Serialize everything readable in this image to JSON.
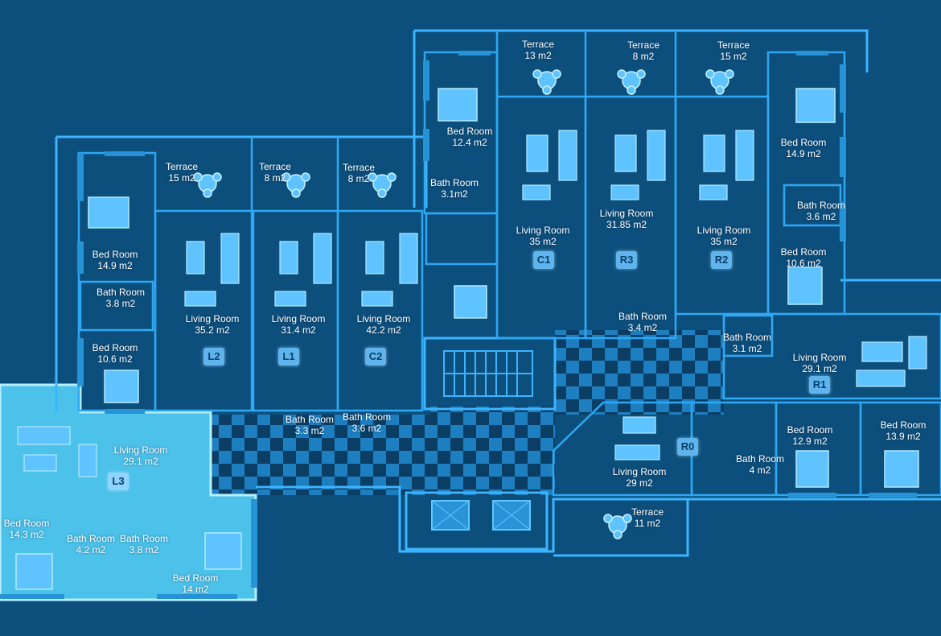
{
  "colors": {
    "background": "#0d4f7c",
    "wall": "#3db4ff",
    "selected_unit": "#4cc2ea",
    "badge": "#5fb4ee"
  },
  "units": [
    {
      "id": "L3",
      "selected": true
    },
    {
      "id": "L2"
    },
    {
      "id": "L1"
    },
    {
      "id": "C2"
    },
    {
      "id": "C1"
    },
    {
      "id": "R3"
    },
    {
      "id": "R2"
    },
    {
      "id": "R1"
    },
    {
      "id": "R0"
    }
  ],
  "rooms": [
    {
      "name": "Terrace",
      "area": "15 m2"
    },
    {
      "name": "Terrace",
      "area": "8 m2"
    },
    {
      "name": "Terrace",
      "area": "8 m2"
    },
    {
      "name": "Terrace",
      "area": "13 m2"
    },
    {
      "name": "Terrace",
      "area": "8 m2"
    },
    {
      "name": "Terrace",
      "area": "15 m2"
    },
    {
      "name": "Bed Room",
      "area": "12.4 m2"
    },
    {
      "name": "Bed Room",
      "area": "14.9 m2"
    },
    {
      "name": "Bed Room",
      "area": "14.9 m2"
    },
    {
      "name": "Bath Room",
      "area": "3.1m2"
    },
    {
      "name": "Bath Room",
      "area": "3.6 m2"
    },
    {
      "name": "Bath Room",
      "area": "3.8 m2"
    },
    {
      "name": "Living Room",
      "area": "35  m2"
    },
    {
      "name": "Living Room",
      "area": "31.85 m2"
    },
    {
      "name": "Living Room",
      "area": "35 m2"
    },
    {
      "name": "Bed Room",
      "area": "10.6 m2"
    },
    {
      "name": "Bed Room",
      "area": "10.6 m2"
    },
    {
      "name": "Living Room",
      "area": "35.2  m2"
    },
    {
      "name": "Living Room",
      "area": "31.4  m2"
    },
    {
      "name": "Living Room",
      "area": "42.2  m2"
    },
    {
      "name": "Bath Room",
      "area": "3.4 m2"
    },
    {
      "name": "Bath Room",
      "area": "3.1 m2"
    },
    {
      "name": "Living Room",
      "area": "29.1 m2"
    },
    {
      "name": "Bath Room",
      "area": "3.3 m2"
    },
    {
      "name": "Bath Room",
      "area": "3.6 m2"
    },
    {
      "name": "Living Room",
      "area": "29.1 m2"
    },
    {
      "name": "Bed Room",
      "area": "12.9 m2"
    },
    {
      "name": "Bed Room",
      "area": "13.9 m2"
    },
    {
      "name": "Bath Room",
      "area": "4 m2"
    },
    {
      "name": "Living Room",
      "area": "29 m2"
    },
    {
      "name": "Terrace",
      "area": "11 m2"
    },
    {
      "name": "Bed Room",
      "area": "14.3 m2"
    },
    {
      "name": "Bath Room",
      "area": "4.2 m2"
    },
    {
      "name": "Bath Room",
      "area": "3.8 m2"
    },
    {
      "name": "Bed Room",
      "area": "14 m2"
    }
  ]
}
